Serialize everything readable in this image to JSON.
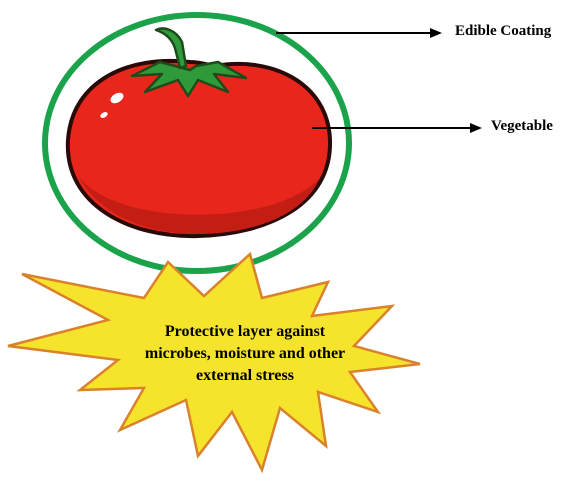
{
  "labels": {
    "coating": "Edible Coating",
    "vegetable": "Vegetable"
  },
  "burst": {
    "lines": [
      "Protective layer against",
      "microbes, moisture and other",
      "external stress"
    ]
  },
  "colors": {
    "coating_ring": "#1aa34a",
    "tomato_body": "#e8261b",
    "tomato_outline": "#2a0a08",
    "leaves": "#2e9a3a",
    "burst_fill": "#f6e32c",
    "burst_outline": "#d9822b"
  }
}
